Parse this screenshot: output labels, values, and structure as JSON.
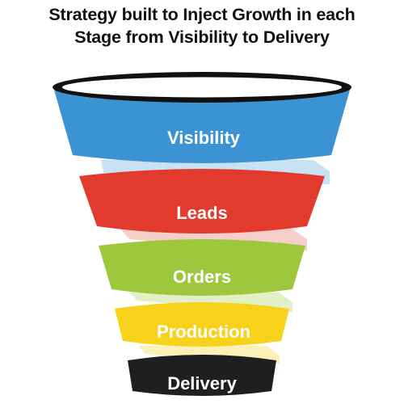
{
  "title": {
    "line1": "Strategy built to Inject Growth in each",
    "line2": "Stage from Visibility to Delivery"
  },
  "stages": [
    {
      "label": "Visibility",
      "color": "#3b93d4",
      "ribbon": "#c8e2f3"
    },
    {
      "label": "Leads",
      "color": "#e23b2d",
      "ribbon": "#f6cfcb"
    },
    {
      "label": "Orders",
      "color": "#9dc73c",
      "ribbon": "#e3efc6"
    },
    {
      "label": "Production",
      "color": "#f7d21a",
      "ribbon": "#fbf0b8"
    },
    {
      "label": "Delivery",
      "color": "#1f1f1f",
      "ribbon": null
    }
  ],
  "rim": {
    "color": "#111111"
  }
}
